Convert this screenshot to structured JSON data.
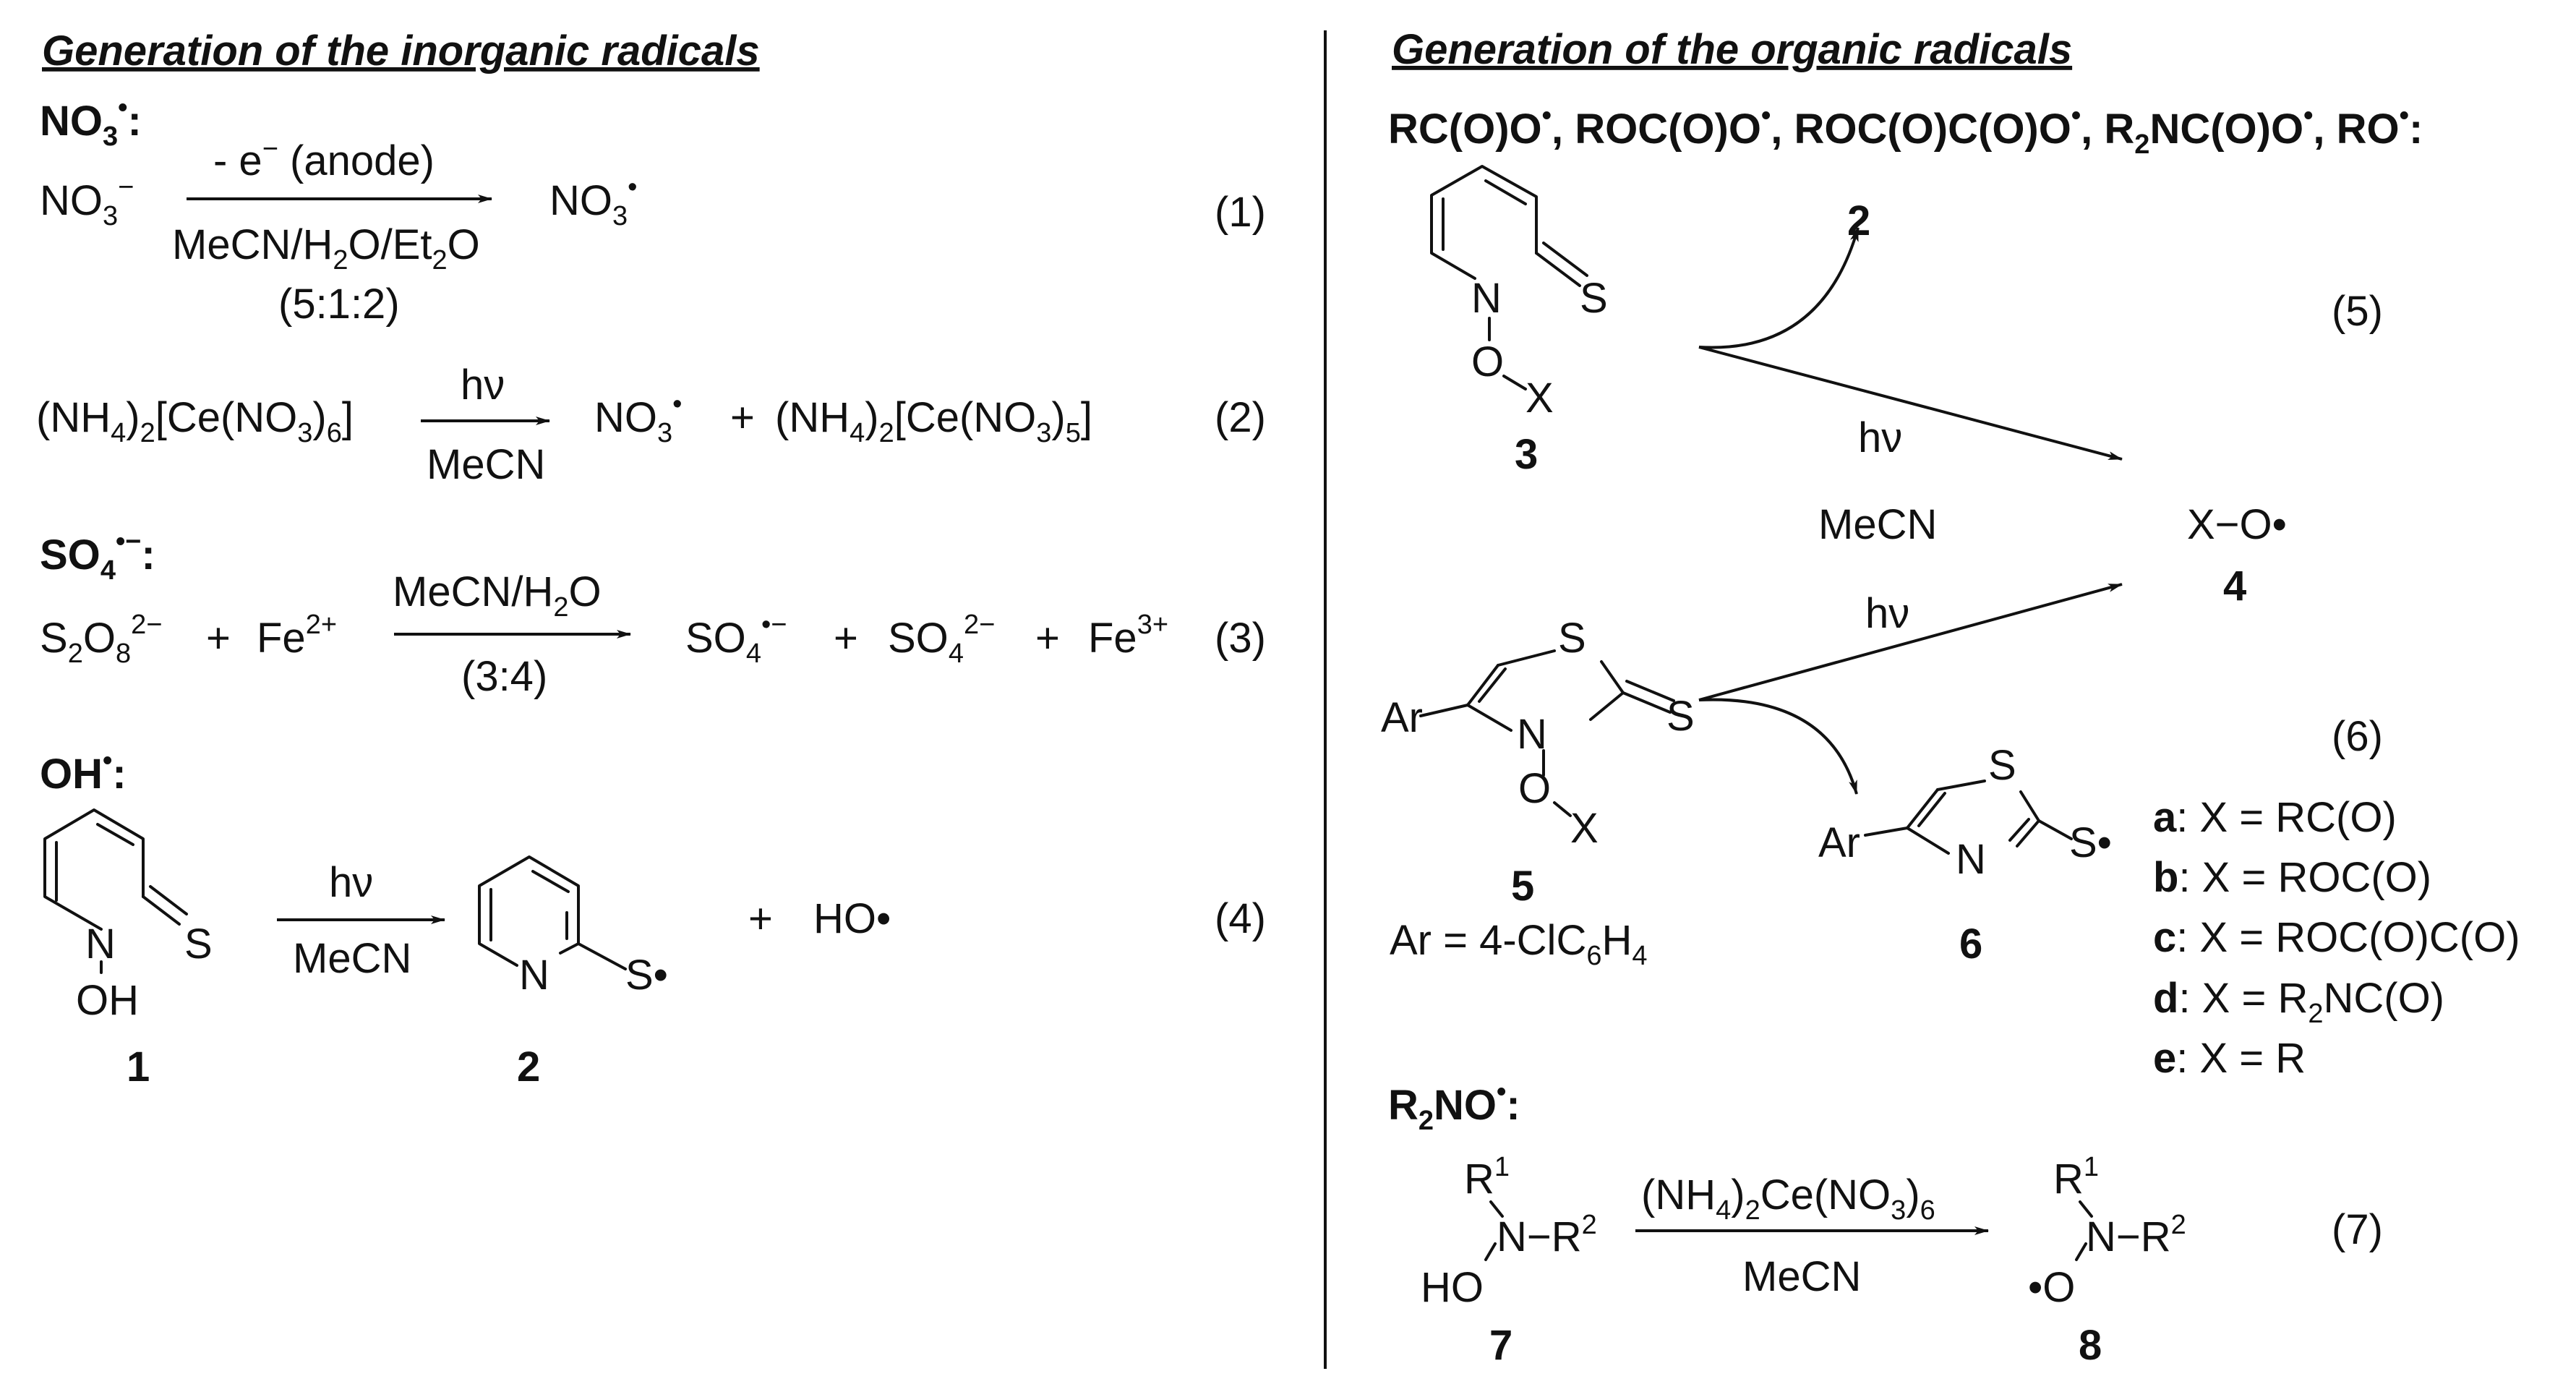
{
  "headings": {
    "inorganic": "Generation of the inorganic radicals",
    "organic": "Generation of the organic radicals"
  },
  "radicals": {
    "no3": {
      "base": "NO",
      "sub": "3",
      "sup": "•",
      "colon": ":"
    },
    "so4": {
      "base": "SO",
      "sub": "4",
      "sup": "•−",
      "colon": ":"
    },
    "oh": {
      "base": "OH",
      "sup": "•",
      "colon": ":"
    },
    "r2no": {
      "r": "R",
      "sub": "2",
      "rest": "NO",
      "sup": "•",
      "colon": ":"
    },
    "organic_list": {
      "items": [
        {
          "text": "RC(O)O",
          "sup": "•"
        },
        {
          "text": "ROC(O)O",
          "sup": "•"
        },
        {
          "text": "ROC(O)C(O)O",
          "sup": "•"
        },
        {
          "text": "R",
          "sub": "2",
          "after": "NC(O)O",
          "sup": "•"
        },
        {
          "text": "RO",
          "sup": "•"
        }
      ],
      "separator": ", ",
      "colon": ":"
    }
  },
  "equations": {
    "eq1": {
      "number": "(1)",
      "reactant": {
        "base": "NO",
        "sub": "3",
        "sup": "−"
      },
      "above": {
        "pre": "- e",
        "sup": "−",
        "post": " (anode)"
      },
      "below": {
        "a": "MeCN/H",
        "s1": "2",
        "b": "O/Et",
        "s2": "2",
        "c": "O"
      },
      "ratio": "(5:1:2)",
      "product": {
        "base": "NO",
        "sub": "3",
        "sup": "•"
      }
    },
    "eq2": {
      "number": "(2)",
      "reactant": {
        "a": "(NH",
        "s1": "4",
        "b": ")",
        "s2": "2",
        "c": "[Ce(NO",
        "s3": "3",
        "d": ")",
        "s4": "6",
        "e": "]"
      },
      "above": "hν",
      "below": "MeCN",
      "product1": {
        "base": "NO",
        "sub": "3",
        "sup": "•"
      },
      "plus": "+",
      "product2": {
        "a": "(NH",
        "s1": "4",
        "b": ")",
        "s2": "2",
        "c": "[Ce(NO",
        "s3": "3",
        "d": ")",
        "s4": "5",
        "e": "]"
      }
    },
    "eq3": {
      "number": "(3)",
      "reactant1": {
        "a": "S",
        "s1": "2",
        "b": "O",
        "s2": "8",
        "sup": "2−"
      },
      "plus": "+",
      "reactant2": {
        "base": "Fe",
        "sup": "2+"
      },
      "above": {
        "a": "MeCN/H",
        "s1": "2",
        "b": "O"
      },
      "below": "(3:4)",
      "product1": {
        "base": "SO",
        "sub": "4",
        "sup": "•−"
      },
      "product2": {
        "base": "SO",
        "sub": "4",
        "sup": "2−"
      },
      "product3": {
        "base": "Fe",
        "sup": "3+"
      }
    },
    "eq4": {
      "number": "(4)",
      "above": "hν",
      "below": "MeCN",
      "plus": "+",
      "product": "HO•"
    },
    "eq5": {
      "number": "(5)",
      "above": "hν",
      "below": "MeCN"
    },
    "eq6": {
      "number": "(6)",
      "above": "hν"
    },
    "eq7": {
      "number": "(7)",
      "above": {
        "a": "(NH",
        "s1": "4",
        "b": ")",
        "s2": "2",
        "c": "Ce(NO",
        "s3": "3",
        "d": ")",
        "s4": "6"
      },
      "below": "MeCN"
    }
  },
  "compounds": {
    "c1": {
      "label": "1",
      "atoms": {
        "N": "N",
        "S": "S",
        "OH": "OH"
      }
    },
    "c2": {
      "label": "2",
      "atoms": {
        "N": "N",
        "S": "S•"
      }
    },
    "c3": {
      "label": "3",
      "atoms": {
        "N": "N",
        "S": "S",
        "O": "O",
        "X": "X"
      }
    },
    "c2b": {
      "label": "2"
    },
    "c4": {
      "label": "4",
      "formula": "X−O•"
    },
    "c5": {
      "label": "5",
      "atoms": {
        "Ar": "Ar",
        "N": "N",
        "S1": "S",
        "S2": "S",
        "O": "O",
        "X": "X"
      },
      "note": {
        "a": "Ar = 4-ClC",
        "s1": "6",
        "b": "H",
        "s2": "4"
      }
    },
    "c6": {
      "label": "6",
      "atoms": {
        "Ar": "Ar",
        "N": "N",
        "S": "S",
        "Sr": "S•"
      }
    },
    "c7": {
      "label": "7",
      "atoms": {
        "R1": "R",
        "R1sup": "1",
        "N": "N−R",
        "R2sup": "2",
        "HO": "HO"
      }
    },
    "c8": {
      "label": "8",
      "atoms": {
        "R1": "R",
        "R1sup": "1",
        "N": "N−R",
        "R2sup": "2",
        "O": "•O"
      }
    }
  },
  "x_definitions": [
    {
      "key": "a",
      "def": ": X = RC(O)"
    },
    {
      "key": "b",
      "def": ": X = ROC(O)"
    },
    {
      "key": "c",
      "def": ": X = ROC(O)C(O)"
    },
    {
      "key": "d",
      "pre": ": X = R",
      "sub": "2",
      "post": "NC(O)"
    },
    {
      "key": "e",
      "def": ": X = R"
    }
  ]
}
